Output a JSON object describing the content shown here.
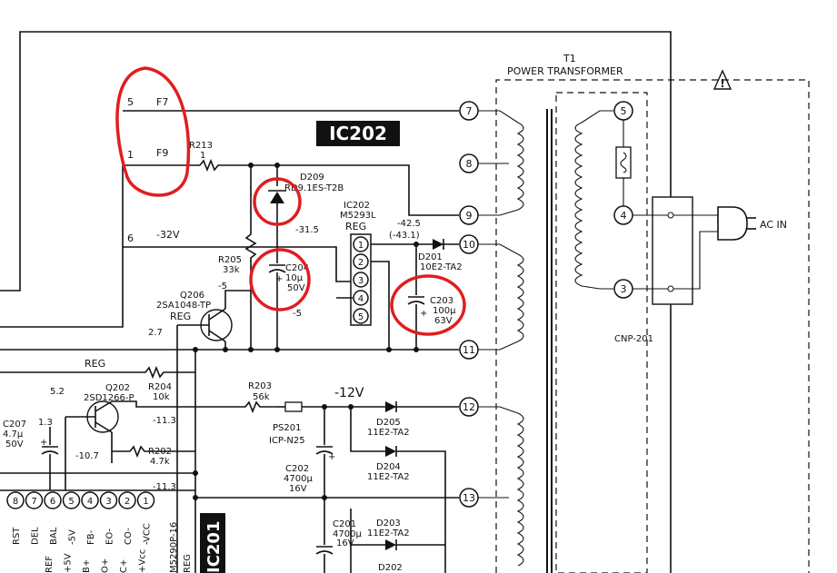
{
  "transformer": {
    "ref": "T1",
    "title": "POWER TRANSFORMER"
  },
  "ic202": {
    "label": "IC202"
  },
  "ic201": {
    "label": "IC201"
  },
  "left_pins": {
    "p5": "5",
    "f7": "F7",
    "p1": "1",
    "f9": "F9",
    "p6": "6",
    "v32": "-32V"
  },
  "r213": {
    "ref": "R213",
    "val": "1"
  },
  "d209": {
    "ref": "D209",
    "part": "RD9.1ES-T2B"
  },
  "reg_ic": {
    "ref": "IC202",
    "part": "M5293L",
    "name": "REG",
    "pins": [
      "1",
      "2",
      "3",
      "4",
      "5"
    ]
  },
  "v_m315": "-31.5",
  "v_m425": "-42.5",
  "v_m431": "(-43.1)",
  "d201": {
    "ref": "D201",
    "part": "10E2-TA2"
  },
  "c203": {
    "ref": "C203",
    "cap": "100µ",
    "volt": "63V"
  },
  "c204": {
    "ref": "C204",
    "cap": "10µ",
    "volt": "50V"
  },
  "r205": {
    "ref": "R205",
    "val": "33k"
  },
  "q206": {
    "ref": "Q206",
    "part": "2SA1048-TP",
    "name": "REG"
  },
  "v_m5a": "-5",
  "v_m5b": "-5",
  "v_27": "2.7",
  "reg_label": "REG",
  "r203": {
    "ref": "R203",
    "val": "56k"
  },
  "v_m12": "-12V",
  "ps201": {
    "ref": "PS201",
    "part": "ICP-N25"
  },
  "d205": {
    "ref": "D205",
    "part": "11E2-TA2"
  },
  "d204": {
    "ref": "D204",
    "part": "11E2-TA2"
  },
  "d203": {
    "ref": "D203",
    "part": "11E2-TA2"
  },
  "d202": {
    "ref": "D202"
  },
  "c202": {
    "ref": "C202",
    "cap": "4700µ",
    "volt": "16V"
  },
  "c201": {
    "ref": "C201",
    "cap": "4700µ",
    "volt": "16V"
  },
  "q202": {
    "ref": "Q202",
    "part": "2SD1266-P"
  },
  "r204": {
    "ref": "R204",
    "val": "10k"
  },
  "r202": {
    "ref": "R202",
    "val": "4.7k"
  },
  "c207": {
    "ref": "C207",
    "cap": "4.7µ",
    "volt": "50V"
  },
  "v_52": "5.2",
  "v_13": "1.3",
  "v_m113a": "-11.3",
  "v_m107": "-10.7",
  "v_m113b": "-11.3",
  "ic201_part": "M5290P-16",
  "ic201_reg": "REG",
  "ic201_pins": [
    {
      "num": "8",
      "name": "RST"
    },
    {
      "num": "7",
      "name": "DEL"
    },
    {
      "num": "6",
      "name": "BAL"
    },
    {
      "num": "5",
      "name": "-5V"
    },
    {
      "num": "4",
      "name": "FB-"
    },
    {
      "num": "3",
      "name": "EO-"
    },
    {
      "num": "2",
      "name": "CO-"
    },
    {
      "num": "1",
      "name": "-VCC"
    }
  ],
  "ic201_bottom_row": [
    "REF",
    "+5V",
    "B+",
    "O+",
    "C+",
    "+Vcc"
  ],
  "terminals": [
    "5",
    "7",
    "8",
    "9",
    "10",
    "11",
    "12",
    "13",
    "4",
    "3"
  ],
  "ac_in": "AC IN",
  "cnp201": "CNP-201",
  "warning_glyph": "!"
}
